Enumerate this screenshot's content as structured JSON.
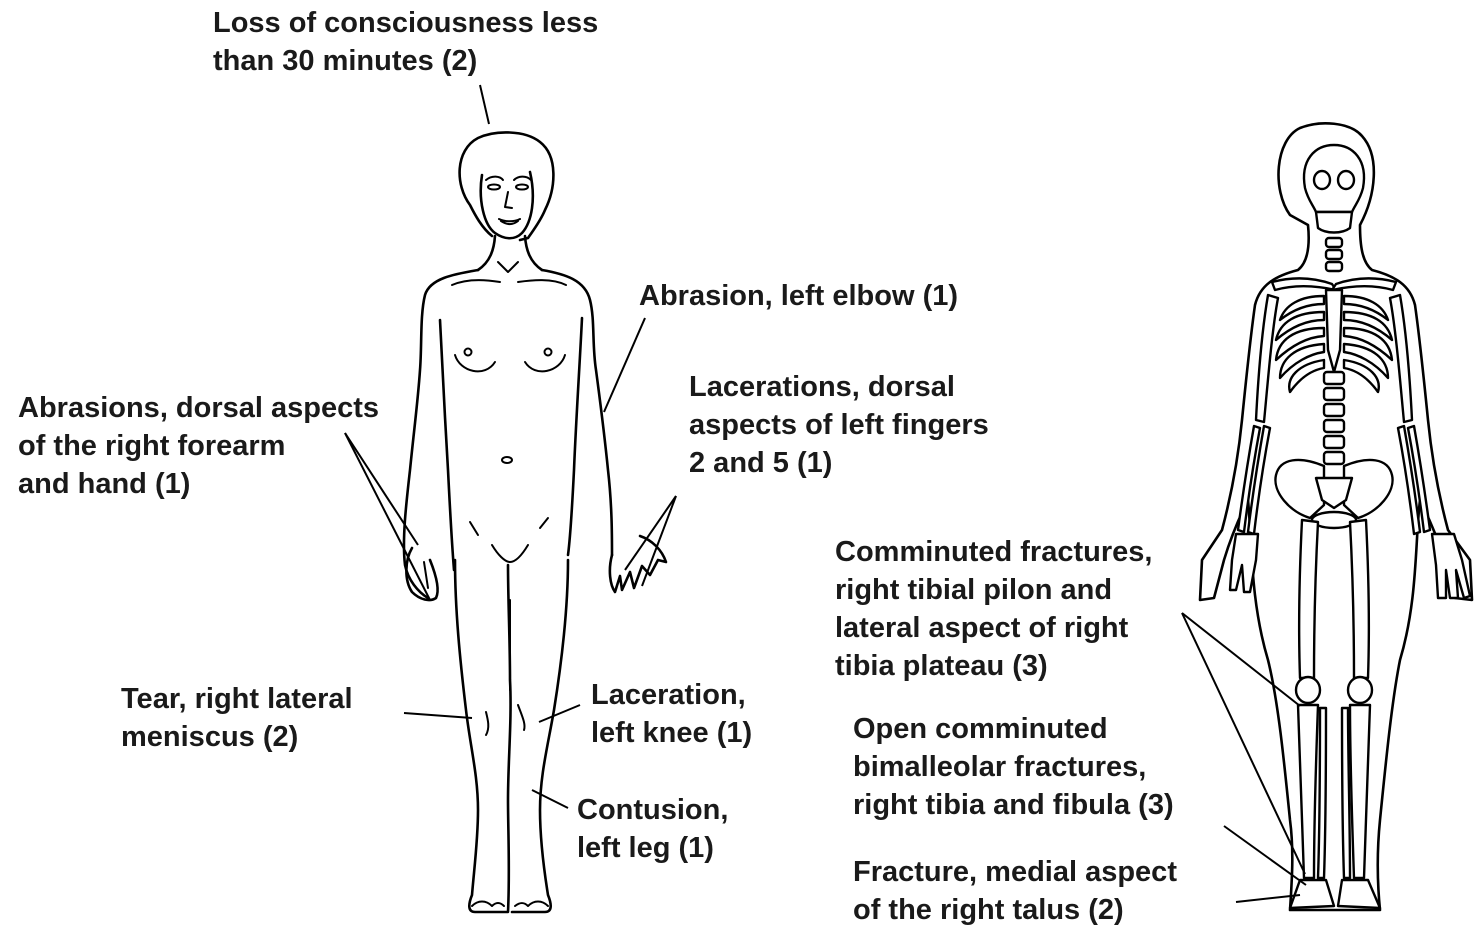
{
  "figure": {
    "annotations": [
      {
        "id": "loc",
        "lines": [
          "Loss of consciousness less",
          "than 30 minutes (2)"
        ]
      },
      {
        "id": "abr_elbow",
        "lines": [
          "Abrasion, left elbow (1)"
        ]
      },
      {
        "id": "abr_forearm",
        "lines": [
          "Abrasions, dorsal aspects",
          "of the right forearm",
          "and hand (1)"
        ]
      },
      {
        "id": "lac_fingers",
        "lines": [
          "Lacerations, dorsal",
          "aspects of left fingers",
          "2 and 5 (1)"
        ]
      },
      {
        "id": "tear_meniscus",
        "lines": [
          "Tear, right lateral",
          "meniscus (2)"
        ]
      },
      {
        "id": "lac_knee",
        "lines": [
          "Laceration,",
          "left knee (1)"
        ]
      },
      {
        "id": "contusion",
        "lines": [
          "Contusion,",
          "left leg (1)"
        ]
      },
      {
        "id": "comminuted",
        "lines": [
          "Comminuted fractures,",
          "right tibial pilon and",
          "lateral aspect of right",
          "tibia plateau (3)"
        ]
      },
      {
        "id": "open_bimalleolar",
        "lines": [
          "Open comminuted",
          "bimalleolar fractures,",
          "right tibia and fibula (3)"
        ]
      },
      {
        "id": "talus",
        "lines": [
          "Fracture, medial aspect",
          "of the right talus (2)"
        ]
      }
    ]
  }
}
